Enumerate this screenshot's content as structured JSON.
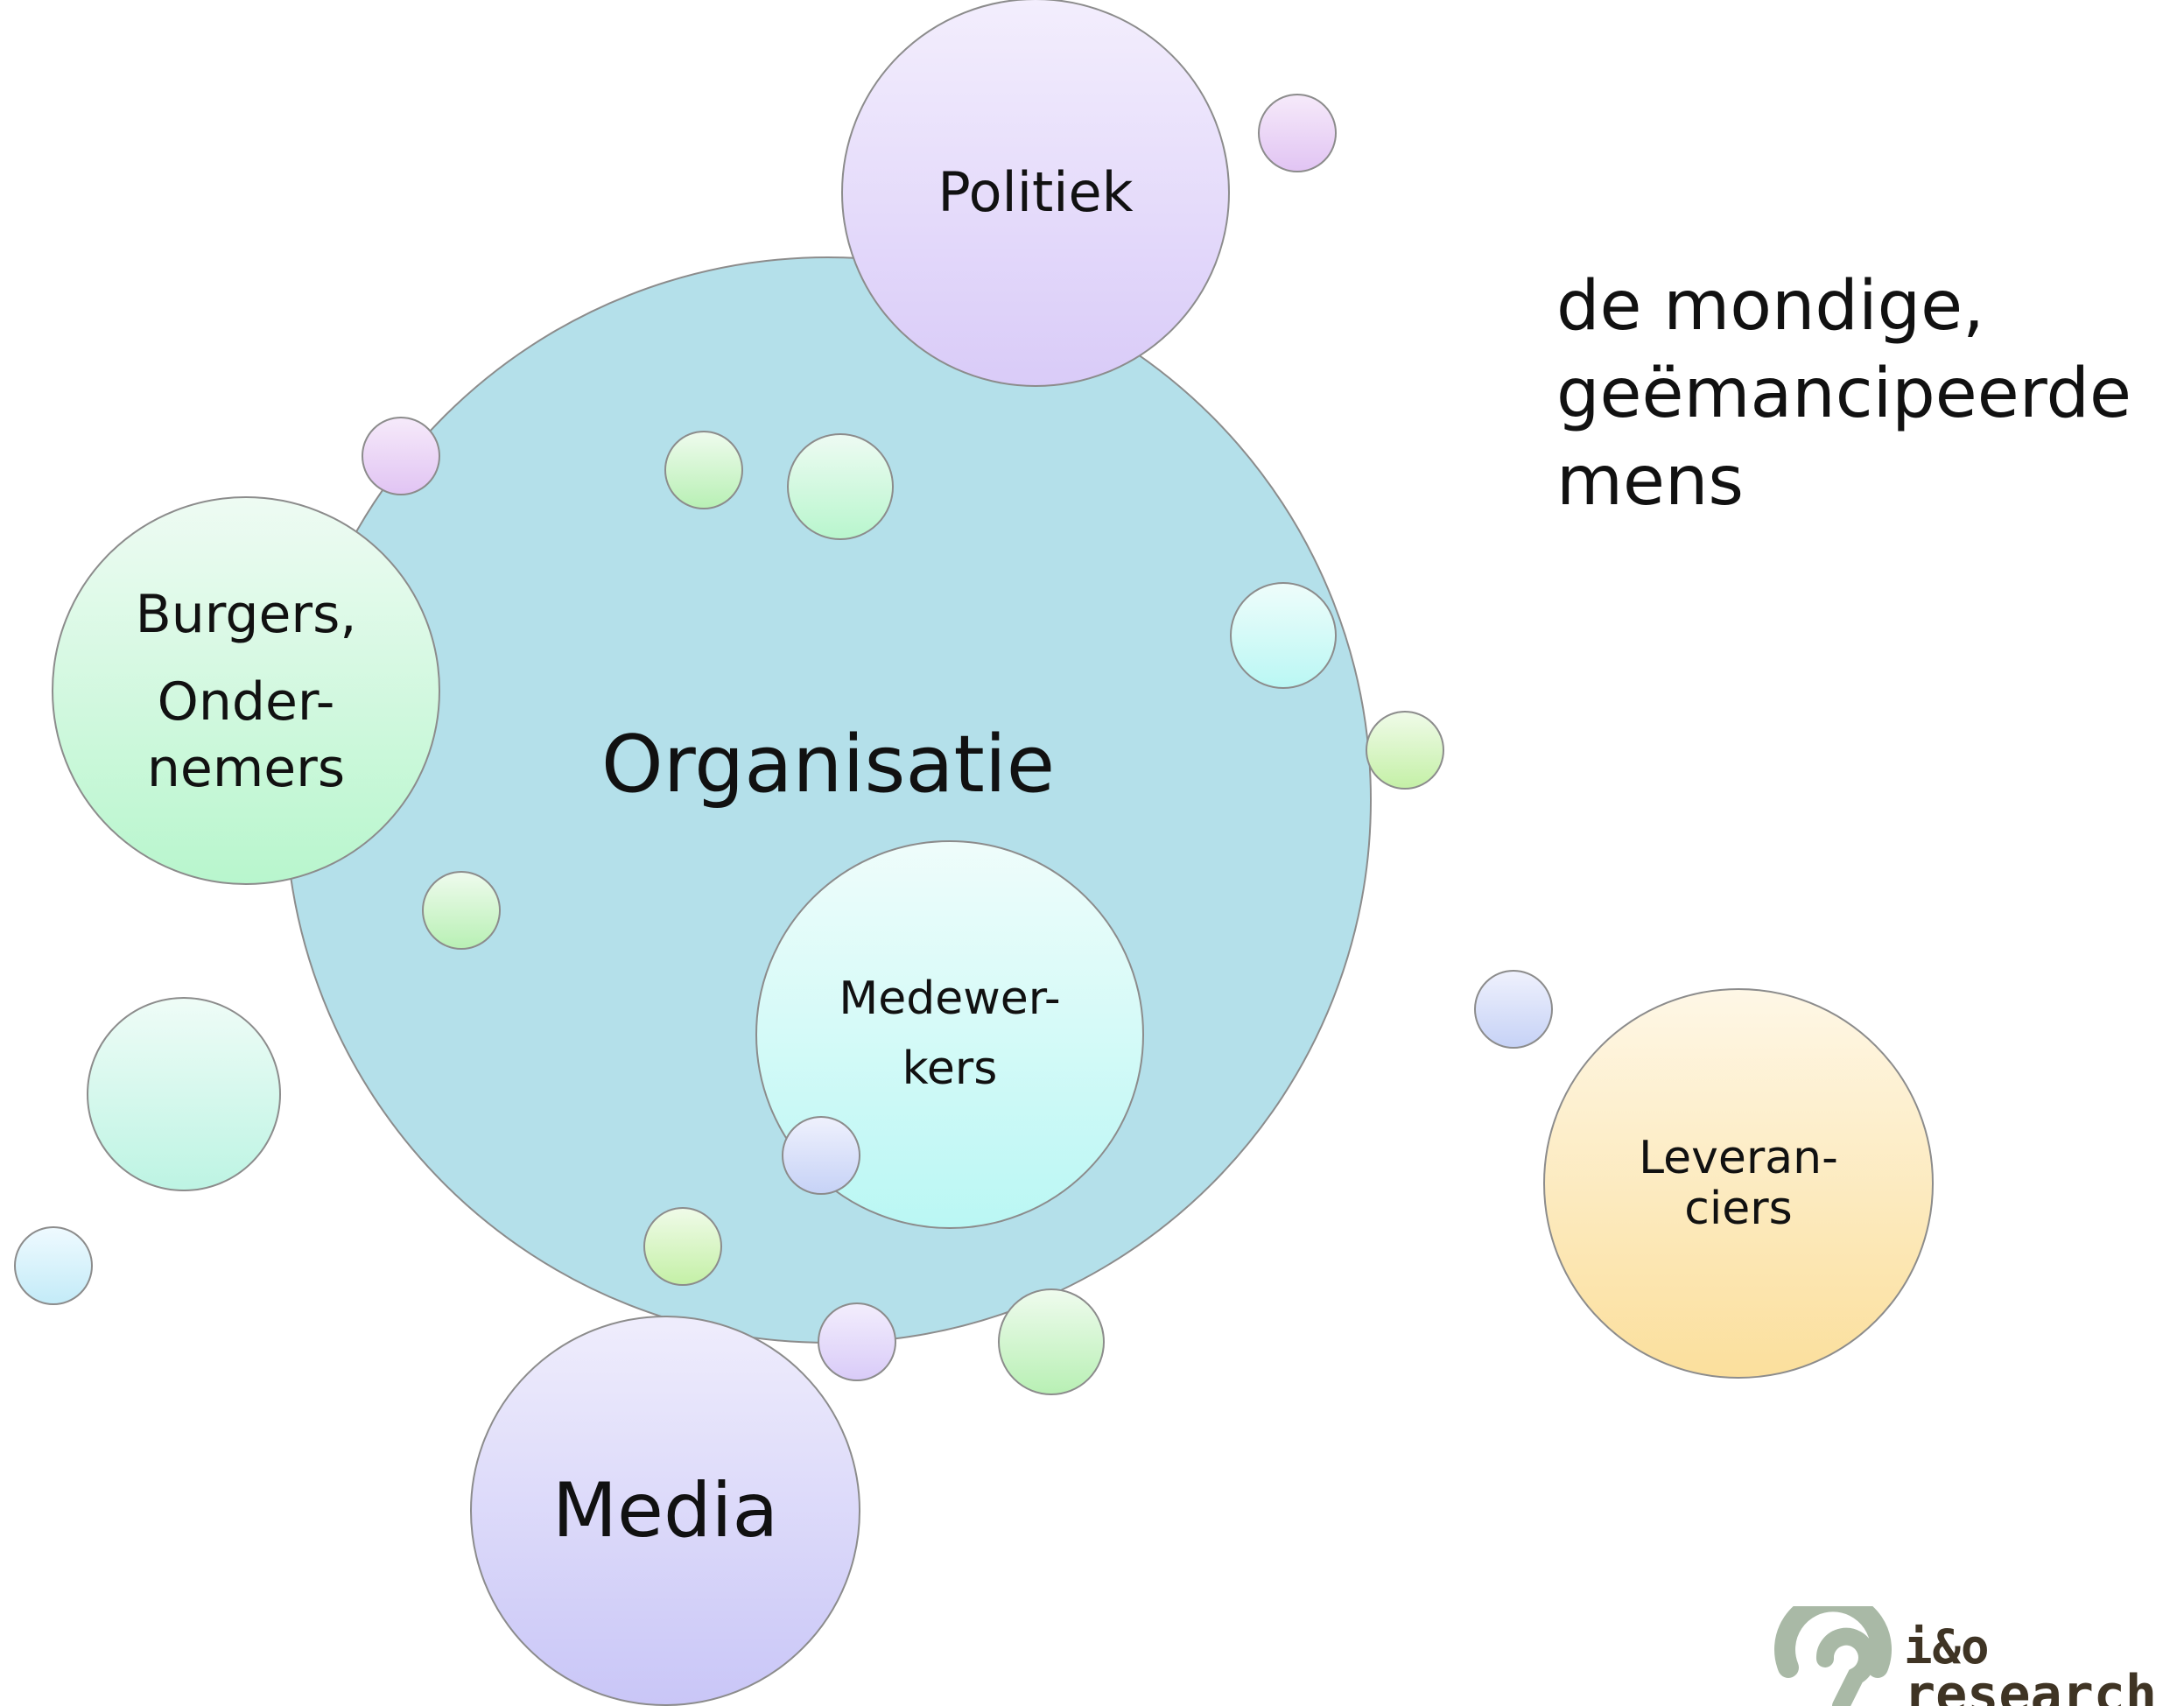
{
  "nodes": {
    "politiek": "Politiek",
    "organisatie": "Organisatie",
    "burgers": [
      "Burgers,",
      "Onder-",
      "nemers"
    ],
    "medewerkers": [
      "Medewer-",
      "kers"
    ],
    "leveranciers": [
      "Leveran-",
      "ciers"
    ],
    "media": "Media"
  },
  "side_text": [
    "de mondige,",
    "geëmancipeerde",
    "mens"
  ],
  "logo": {
    "line1": "i&o",
    "line2": "research"
  },
  "colors": {
    "organisatie": "#b4e0ea",
    "outline": "#8c8c8c",
    "lavender": "#e2d6fa",
    "mint": "#c4f6da",
    "cyan": "#c8f8f4",
    "gold": "#fce3a8",
    "periwinkle": "#d0cdf8",
    "logo_brown": "#3f3424",
    "logo_green": "#a9b9a6"
  }
}
